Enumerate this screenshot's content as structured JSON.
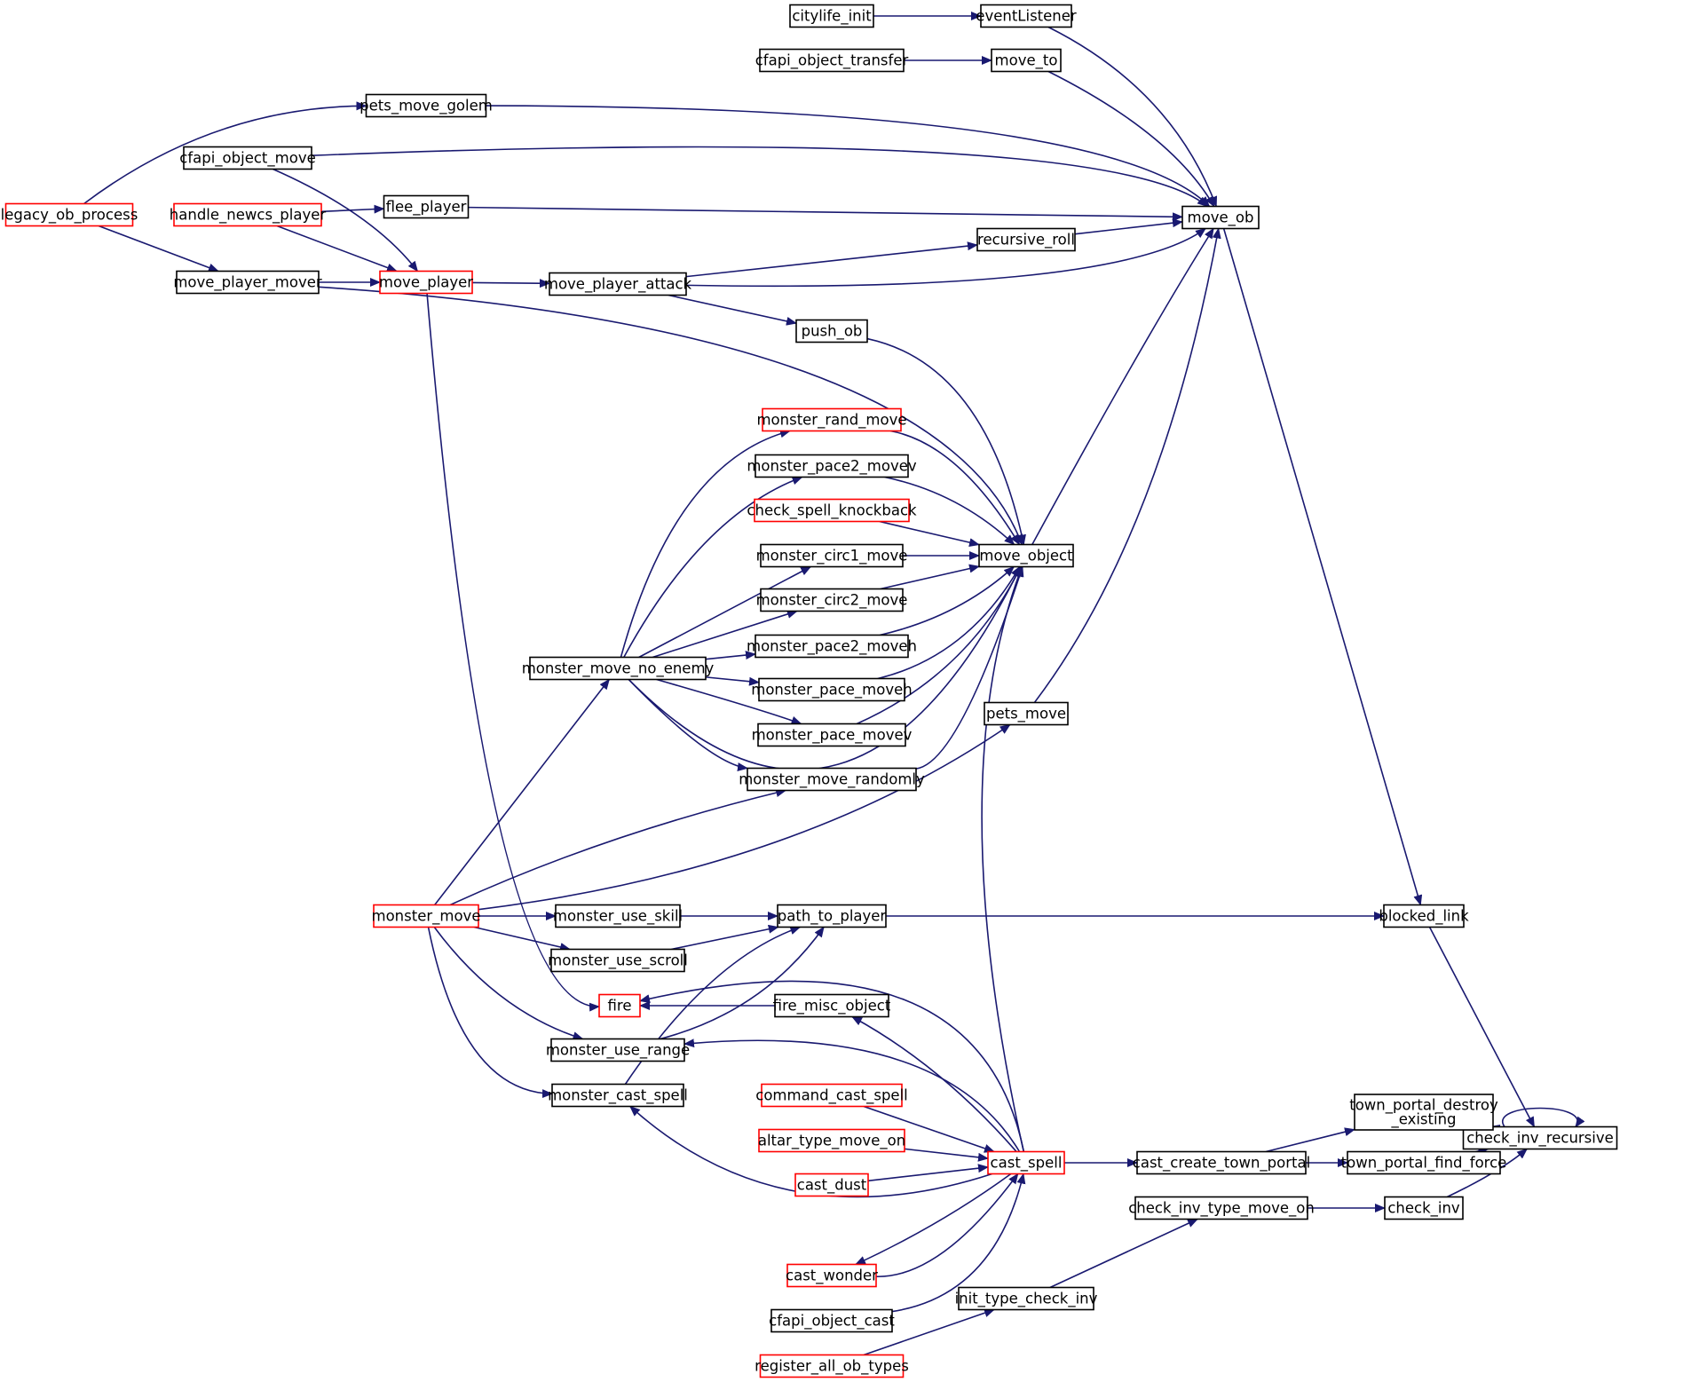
{
  "colors": {
    "edge": "#191970",
    "node_border_default": "#000000",
    "node_border_truncated": "#ff0000",
    "node_fill_focus": "#bfbfbf",
    "node_fill": "#ffffff"
  },
  "nodes": {
    "check_inv_recursive": {
      "label": "check_inv_recursive",
      "style": "focus"
    },
    "blocked_link": {
      "label": "blocked_link",
      "style": "normal"
    },
    "town_portal_destroy_existing": {
      "label": [
        "town_portal_destroy",
        "_existing"
      ],
      "style": "normal"
    },
    "town_portal_find_force": {
      "label": "town_portal_find_force",
      "style": "normal"
    },
    "check_inv": {
      "label": "check_inv",
      "style": "normal"
    },
    "move_ob": {
      "label": "move_ob",
      "style": "normal"
    },
    "path_to_player": {
      "label": "path_to_player",
      "style": "normal"
    },
    "cast_create_town_portal": {
      "label": "cast_create_town_portal",
      "style": "normal"
    },
    "check_inv_type_move_on": {
      "label": "check_inv_type_move_on",
      "style": "normal"
    },
    "init_type_check_inv": {
      "label": "init_type_check_inv",
      "style": "normal"
    },
    "register_all_ob_types": {
      "label": "register_all_ob_types",
      "style": "truncated"
    },
    "eventListener": {
      "label": "eventListener",
      "style": "normal"
    },
    "citylife_init": {
      "label": "citylife_init",
      "style": "normal"
    },
    "move_to": {
      "label": "move_to",
      "style": "normal"
    },
    "cfapi_object_transfer": {
      "label": "cfapi_object_transfer",
      "style": "normal"
    },
    "pets_move_golem": {
      "label": "pets_move_golem",
      "style": "normal"
    },
    "legacy_ob_process": {
      "label": "legacy_ob_process",
      "style": "truncated"
    },
    "cfapi_object_move": {
      "label": "cfapi_object_move",
      "style": "normal"
    },
    "flee_player": {
      "label": "flee_player",
      "style": "normal"
    },
    "handle_newcs_player": {
      "label": "handle_newcs_player",
      "style": "truncated"
    },
    "recursive_roll": {
      "label": "recursive_roll",
      "style": "normal"
    },
    "move_player_mover": {
      "label": "move_player_mover",
      "style": "normal"
    },
    "move_player": {
      "label": "move_player",
      "style": "truncated"
    },
    "move_player_attack": {
      "label": "move_player_attack",
      "style": "normal"
    },
    "push_ob": {
      "label": "push_ob",
      "style": "normal"
    },
    "move_object": {
      "label": "move_object",
      "style": "normal"
    },
    "monster_rand_move": {
      "label": "monster_rand_move",
      "style": "truncated"
    },
    "monster_pace2_movev": {
      "label": "monster_pace2_movev",
      "style": "normal"
    },
    "check_spell_knockback": {
      "label": "check_spell_knockback",
      "style": "truncated"
    },
    "monster_circ1_move": {
      "label": "monster_circ1_move",
      "style": "normal"
    },
    "monster_circ2_move": {
      "label": "monster_circ2_move",
      "style": "normal"
    },
    "monster_pace2_moveh": {
      "label": "monster_pace2_moveh",
      "style": "normal"
    },
    "monster_move_no_enemy": {
      "label": "monster_move_no_enemy",
      "style": "normal"
    },
    "monster_pace_moveh": {
      "label": "monster_pace_moveh",
      "style": "normal"
    },
    "monster_pace_movev": {
      "label": "monster_pace_movev",
      "style": "normal"
    },
    "monster_move_randomly": {
      "label": "monster_move_randomly",
      "style": "normal"
    },
    "pets_move": {
      "label": "pets_move",
      "style": "normal"
    },
    "monster_move": {
      "label": "monster_move",
      "style": "truncated"
    },
    "monster_use_skill": {
      "label": "monster_use_skill",
      "style": "normal"
    },
    "monster_use_scroll": {
      "label": "monster_use_scroll",
      "style": "normal"
    },
    "fire": {
      "label": "fire",
      "style": "truncated"
    },
    "fire_misc_object": {
      "label": "fire_misc_object",
      "style": "normal"
    },
    "monster_use_range": {
      "label": "monster_use_range",
      "style": "normal"
    },
    "monster_cast_spell": {
      "label": "monster_cast_spell",
      "style": "normal"
    },
    "command_cast_spell": {
      "label": "command_cast_spell",
      "style": "truncated"
    },
    "altar_type_move_on": {
      "label": "altar_type_move_on",
      "style": "truncated"
    },
    "cast_dust": {
      "label": "cast_dust",
      "style": "truncated"
    },
    "cast_spell": {
      "label": "cast_spell",
      "style": "truncated"
    },
    "cast_wonder": {
      "label": "cast_wonder",
      "style": "truncated"
    },
    "cfapi_object_cast": {
      "label": "cfapi_object_cast",
      "style": "normal"
    }
  },
  "edges": [
    [
      "check_inv_recursive",
      "check_inv_recursive"
    ],
    [
      "blocked_link",
      "check_inv_recursive"
    ],
    [
      "town_portal_destroy_existing",
      "check_inv_recursive"
    ],
    [
      "town_portal_find_force",
      "check_inv_recursive"
    ],
    [
      "check_inv",
      "check_inv_recursive"
    ],
    [
      "move_ob",
      "blocked_link"
    ],
    [
      "path_to_player",
      "blocked_link"
    ],
    [
      "cast_create_town_portal",
      "town_portal_destroy_existing"
    ],
    [
      "cast_create_town_portal",
      "town_portal_find_force"
    ],
    [
      "check_inv_type_move_on",
      "check_inv"
    ],
    [
      "init_type_check_inv",
      "check_inv_type_move_on"
    ],
    [
      "register_all_ob_types",
      "init_type_check_inv"
    ],
    [
      "cast_spell",
      "cast_create_town_portal"
    ],
    [
      "eventListener",
      "move_ob"
    ],
    [
      "citylife_init",
      "eventListener"
    ],
    [
      "move_to",
      "move_ob"
    ],
    [
      "cfapi_object_transfer",
      "move_to"
    ],
    [
      "pets_move_golem",
      "move_ob"
    ],
    [
      "legacy_ob_process",
      "pets_move_golem"
    ],
    [
      "cfapi_object_move",
      "move_ob"
    ],
    [
      "flee_player",
      "move_ob"
    ],
    [
      "handle_newcs_player",
      "flee_player"
    ],
    [
      "recursive_roll",
      "move_ob"
    ],
    [
      "move_player_attack",
      "recursive_roll"
    ],
    [
      "move_player_attack",
      "move_ob"
    ],
    [
      "move_player",
      "move_player_attack"
    ],
    [
      "move_player_mover",
      "move_player"
    ],
    [
      "cfapi_object_move",
      "move_player"
    ],
    [
      "handle_newcs_player",
      "move_player"
    ],
    [
      "legacy_ob_process",
      "move_player_mover"
    ],
    [
      "move_player_attack",
      "push_ob"
    ],
    [
      "move_object",
      "move_ob"
    ],
    [
      "pets_move",
      "move_ob"
    ],
    [
      "push_ob",
      "move_object"
    ],
    [
      "move_player_mover",
      "move_object"
    ],
    [
      "monster_rand_move",
      "move_object"
    ],
    [
      "monster_pace2_movev",
      "move_object"
    ],
    [
      "check_spell_knockback",
      "move_object"
    ],
    [
      "monster_circ1_move",
      "move_object"
    ],
    [
      "monster_circ2_move",
      "move_object"
    ],
    [
      "monster_pace2_moveh",
      "move_object"
    ],
    [
      "monster_pace_moveh",
      "move_object"
    ],
    [
      "monster_pace_movev",
      "move_object"
    ],
    [
      "monster_move_randomly",
      "move_object"
    ],
    [
      "monster_move_no_enemy",
      "move_object"
    ],
    [
      "cast_spell",
      "move_object"
    ],
    [
      "monster_move_no_enemy",
      "monster_rand_move"
    ],
    [
      "monster_move_no_enemy",
      "monster_pace2_movev"
    ],
    [
      "monster_move_no_enemy",
      "monster_circ1_move"
    ],
    [
      "monster_move_no_enemy",
      "monster_circ2_move"
    ],
    [
      "monster_move_no_enemy",
      "monster_pace2_moveh"
    ],
    [
      "monster_move_no_enemy",
      "monster_pace_moveh"
    ],
    [
      "monster_move_no_enemy",
      "monster_pace_movev"
    ],
    [
      "monster_move_no_enemy",
      "monster_move_randomly"
    ],
    [
      "monster_move",
      "monster_move_no_enemy"
    ],
    [
      "monster_move",
      "monster_move_randomly"
    ],
    [
      "monster_move",
      "pets_move"
    ],
    [
      "monster_move",
      "monster_use_skill"
    ],
    [
      "monster_move",
      "monster_use_scroll"
    ],
    [
      "monster_move",
      "monster_use_range"
    ],
    [
      "monster_move",
      "monster_cast_spell"
    ],
    [
      "monster_use_skill",
      "path_to_player"
    ],
    [
      "monster_use_scroll",
      "path_to_player"
    ],
    [
      "monster_use_range",
      "path_to_player"
    ],
    [
      "monster_cast_spell",
      "path_to_player"
    ],
    [
      "move_player",
      "fire"
    ],
    [
      "fire_misc_object",
      "fire"
    ],
    [
      "cast_spell",
      "fire"
    ],
    [
      "cast_spell",
      "fire_misc_object"
    ],
    [
      "cast_spell",
      "monster_use_range"
    ],
    [
      "cast_spell",
      "monster_cast_spell"
    ],
    [
      "command_cast_spell",
      "cast_spell"
    ],
    [
      "altar_type_move_on",
      "cast_spell"
    ],
    [
      "cast_dust",
      "cast_spell"
    ],
    [
      "cast_wonder",
      "cast_spell"
    ],
    [
      "cast_spell",
      "cast_wonder"
    ],
    [
      "cfapi_object_cast",
      "cast_spell"
    ]
  ]
}
